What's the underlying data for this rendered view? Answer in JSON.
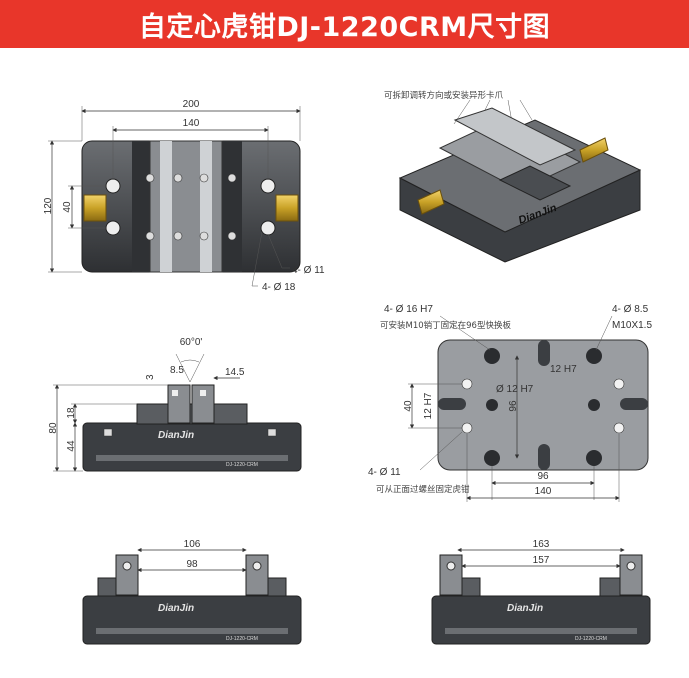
{
  "title": "自定心虎钳DJ-1220CRM尺寸图",
  "colors": {
    "title_bg": "#e8362a",
    "title_fg": "#ffffff",
    "body_dark": "#3b3e42",
    "plate": "#5a5d61",
    "brass": "#c9a227"
  },
  "top_view": {
    "width": "200",
    "inner": "140",
    "height": "120",
    "spacing": "40",
    "hole_small": "4-  Ø  11",
    "hole_large": "4-  Ø  18"
  },
  "iso_view": {
    "note": "可拆卸调转方向或安装异形卡爪"
  },
  "front_view": {
    "angle": "60°0'",
    "jaw_w": "8.5",
    "jaw_top": "3",
    "width": "14.5",
    "jaw_h": "18",
    "total_h": "80",
    "base_h": "44",
    "logo": "DianJin",
    "model_label": "DJ-1220-CRM"
  },
  "bottom_view": {
    "pin_hole": "4-  Ø  16  H7",
    "pin_note": "可安装M10销丁固定在96型快换板",
    "thread_hole": "4-  Ø  8.5",
    "thread": "M10X1.5",
    "slot": "12  H7",
    "center": "Ø  12  H7",
    "v96": "96",
    "v40": "40",
    "v12": "12  H7",
    "h96": "96",
    "h140": "140",
    "screw_hole": "4-  Ø  11",
    "screw_note": "可从正面过螺丝固定虎钳"
  },
  "side_view_left": {
    "outer": "106",
    "inner": "98"
  },
  "side_view_right": {
    "outer": "163",
    "inner": "157"
  }
}
